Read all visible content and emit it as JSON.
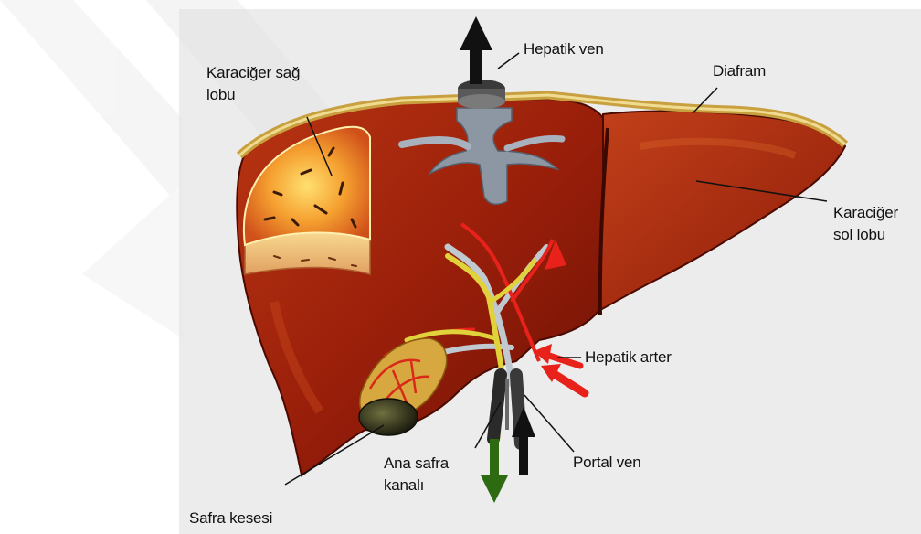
{
  "labels": {
    "hepatic_vein": "Hepatik ven",
    "right_lobe_line1": "Karaciğer sağ",
    "right_lobe_line2": "lobu",
    "diaphragm": "Diafram",
    "left_lobe_line1": "Karaciğer",
    "left_lobe_line2": "sol lobu",
    "hepatic_artery": "Hepatik arter",
    "common_bile_duct_line1": "Ana safra",
    "common_bile_duct_line2": "kanalı",
    "portal_vein": "Portal ven",
    "gallbladder": "Safra kesesi"
  },
  "colors": {
    "liver_dark": "#7a1406",
    "liver_main": "#a8260c",
    "liver_highlight": "#d9661a",
    "diaphragm": "#d8b860",
    "hepatic_vein": "#8d97a3",
    "bile_duct": "#e0d23a",
    "artery": "#e8221a",
    "portal_arrow": "#141414",
    "bile_arrow": "#2e6a12",
    "gallbladder": "#3a3a1e"
  }
}
